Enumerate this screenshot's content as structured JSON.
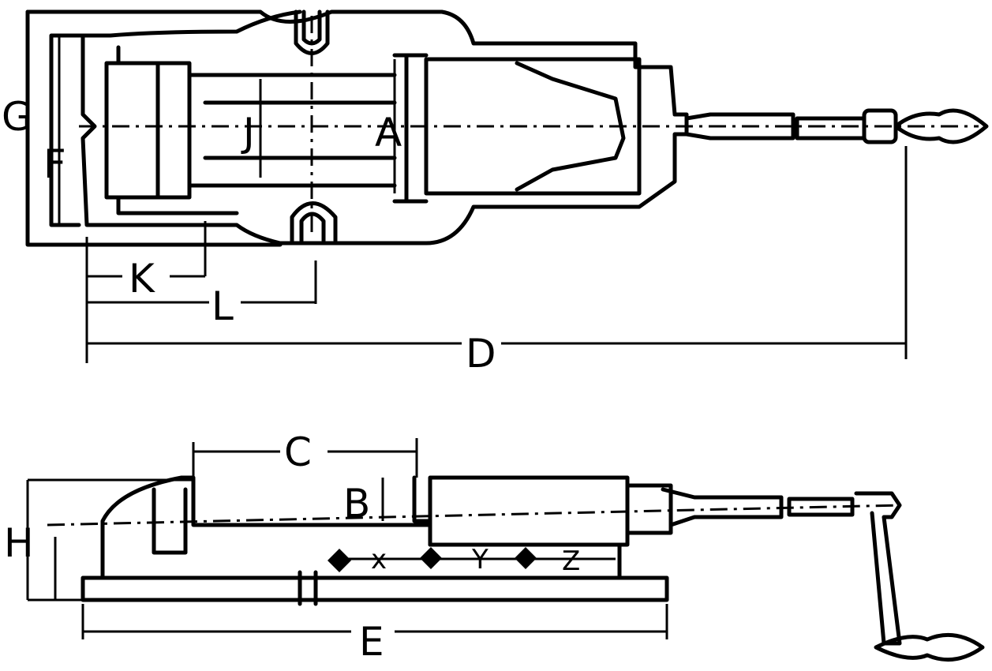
{
  "top_view": {
    "labels": {
      "G": "G",
      "F": "F",
      "J": "J",
      "A": "A",
      "K": "K",
      "L": "L",
      "D": "D"
    }
  },
  "side_view": {
    "labels": {
      "C": "C",
      "B": "B",
      "H": "H",
      "x": "x",
      "y": "Y",
      "z": "Z",
      "E": "E"
    }
  }
}
